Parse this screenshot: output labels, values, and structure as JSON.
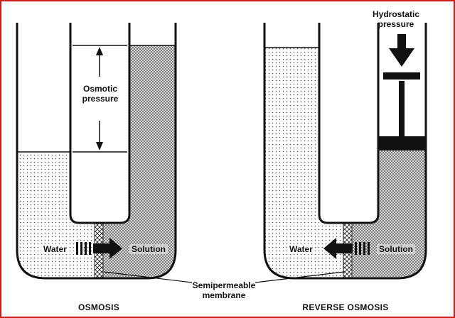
{
  "panels": [
    {
      "caption": "OSMOSIS",
      "pressure_label": [
        "Osmotic",
        "pressure"
      ],
      "left_label": "Water",
      "right_label": "Solution",
      "flow_direction": "left-to-right"
    },
    {
      "caption": "REVERSE OSMOSIS",
      "pressure_label": [
        "Hydrostatic",
        "pressure"
      ],
      "left_label": "Water",
      "right_label": "Solution",
      "flow_direction": "right-to-left"
    }
  ],
  "membrane_label": [
    "Semipermeable",
    "membrane"
  ],
  "colors": {
    "frame_border": "#d11a1a",
    "ink": "#111111",
    "solution_fill": "#cfcfcf",
    "water_fill": "#f2f2f2"
  },
  "icons": [
    "double-headed-arrow-icon",
    "flow-arrow-icon",
    "piston-icon",
    "down-arrow-icon"
  ]
}
